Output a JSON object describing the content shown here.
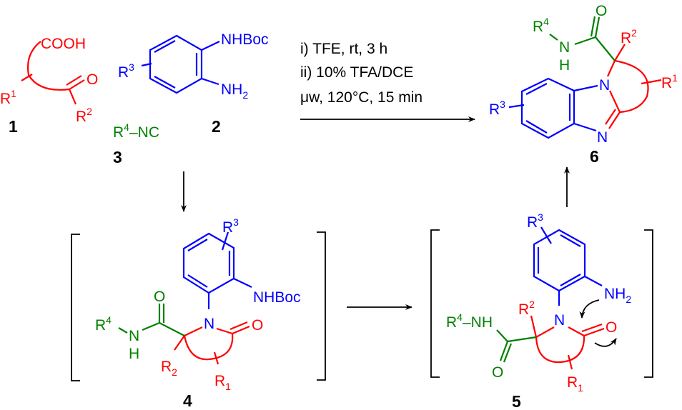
{
  "colors": {
    "acid": "#ff0000",
    "diamine": "#0000ff",
    "isocyanide": "#008000",
    "text": "#000000"
  },
  "compound1": {
    "label": "1",
    "cooh": "COOH",
    "o": "O",
    "r1": "R",
    "r1_sup": "1",
    "r2": "R",
    "r2_sup": "2"
  },
  "compound2": {
    "label": "2",
    "nhboc": "NHBoc",
    "nh": "NH",
    "nh_sub": "2",
    "r3": "R",
    "r3_sup": "3"
  },
  "compound3": {
    "label": "3",
    "r4": "R",
    "r4_sup": "4",
    "nc": "–NC"
  },
  "conditions": {
    "line1": "i) TFE, rt, 3 h",
    "line2": "ii) 10% TFA/DCE",
    "line3": "μw, 120°C, 15 min"
  },
  "compound4": {
    "label": "4",
    "r3": "R",
    "r3_sup": "3",
    "nhboc": "NHBoc",
    "n": "N",
    "o_lactam": "O",
    "o_amide": "O",
    "r4": "R",
    "r4_sup": "4",
    "nh_n": "N",
    "nh_h": "H",
    "r2": "R",
    "r2_sub": "2",
    "r1": "R",
    "r1_sub": "1"
  },
  "compound5": {
    "label": "5",
    "r3": "R",
    "r3_sup": "3",
    "nh": "NH",
    "nh_sub": "2",
    "n": "N",
    "o_lactam": "O",
    "o_amide": "O",
    "r4": "R",
    "r4_sup": "4",
    "r4_nh": "–NH",
    "r2": "R",
    "r2_sup": "2",
    "r1": "R",
    "r1_sub": "1"
  },
  "compound6": {
    "label": "6",
    "r3": "R",
    "r3_sup": "3",
    "n1": "N",
    "n3": "N",
    "o": "O",
    "r4": "R",
    "r4_sup": "4",
    "nh_n": "N",
    "nh_h": "H",
    "r2": "R",
    "r2_sup": "2",
    "r1": "R",
    "r1_sup": "1"
  }
}
